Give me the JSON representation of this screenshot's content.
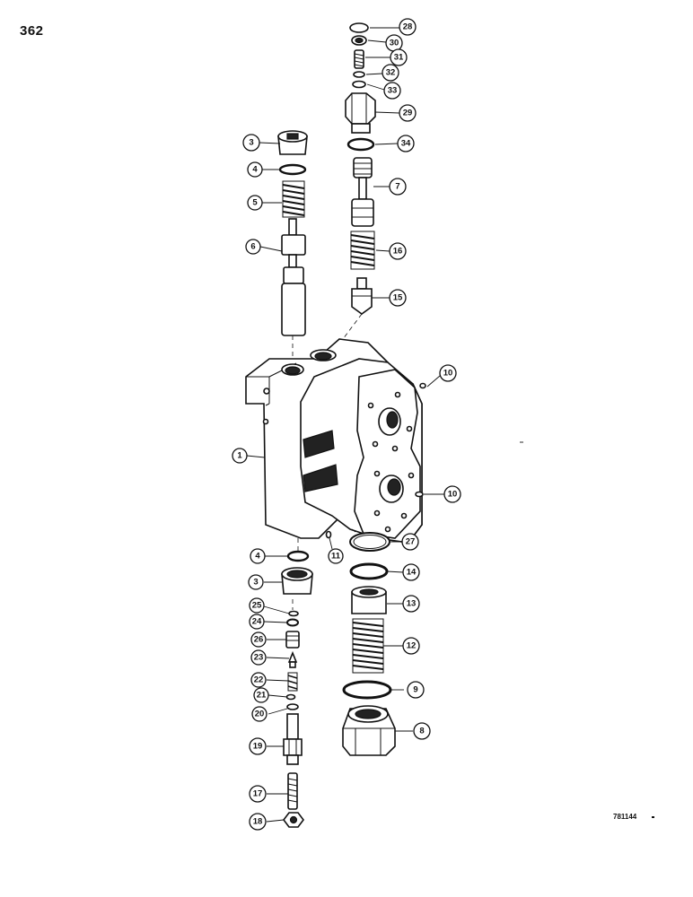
{
  "page_number": "362",
  "figure_id": "781144",
  "callouts": [
    {
      "id": "c28",
      "label": "28"
    },
    {
      "id": "c30",
      "label": "30"
    },
    {
      "id": "c31",
      "label": "31"
    },
    {
      "id": "c32",
      "label": "32"
    },
    {
      "id": "c33",
      "label": "33"
    },
    {
      "id": "c29",
      "label": "29"
    },
    {
      "id": "c34",
      "label": "34"
    },
    {
      "id": "c7",
      "label": "7"
    },
    {
      "id": "c16",
      "label": "16"
    },
    {
      "id": "c15",
      "label": "15"
    },
    {
      "id": "c3a",
      "label": "3"
    },
    {
      "id": "c4a",
      "label": "4"
    },
    {
      "id": "c5",
      "label": "5"
    },
    {
      "id": "c6",
      "label": "6"
    },
    {
      "id": "c10a",
      "label": "10"
    },
    {
      "id": "c1",
      "label": "1"
    },
    {
      "id": "c10b",
      "label": "10"
    },
    {
      "id": "c27",
      "label": "27"
    },
    {
      "id": "c4b",
      "label": "4"
    },
    {
      "id": "c11",
      "label": "11"
    },
    {
      "id": "c14",
      "label": "14"
    },
    {
      "id": "c3b",
      "label": "3"
    },
    {
      "id": "c13",
      "label": "13"
    },
    {
      "id": "c25",
      "label": "25"
    },
    {
      "id": "c24",
      "label": "24"
    },
    {
      "id": "c26",
      "label": "26"
    },
    {
      "id": "c12",
      "label": "12"
    },
    {
      "id": "c23",
      "label": "23"
    },
    {
      "id": "c22",
      "label": "22"
    },
    {
      "id": "c21",
      "label": "21"
    },
    {
      "id": "c9",
      "label": "9"
    },
    {
      "id": "c20",
      "label": "20"
    },
    {
      "id": "c8",
      "label": "8"
    },
    {
      "id": "c19",
      "label": "19"
    },
    {
      "id": "c17",
      "label": "17"
    },
    {
      "id": "c18",
      "label": "18"
    }
  ]
}
